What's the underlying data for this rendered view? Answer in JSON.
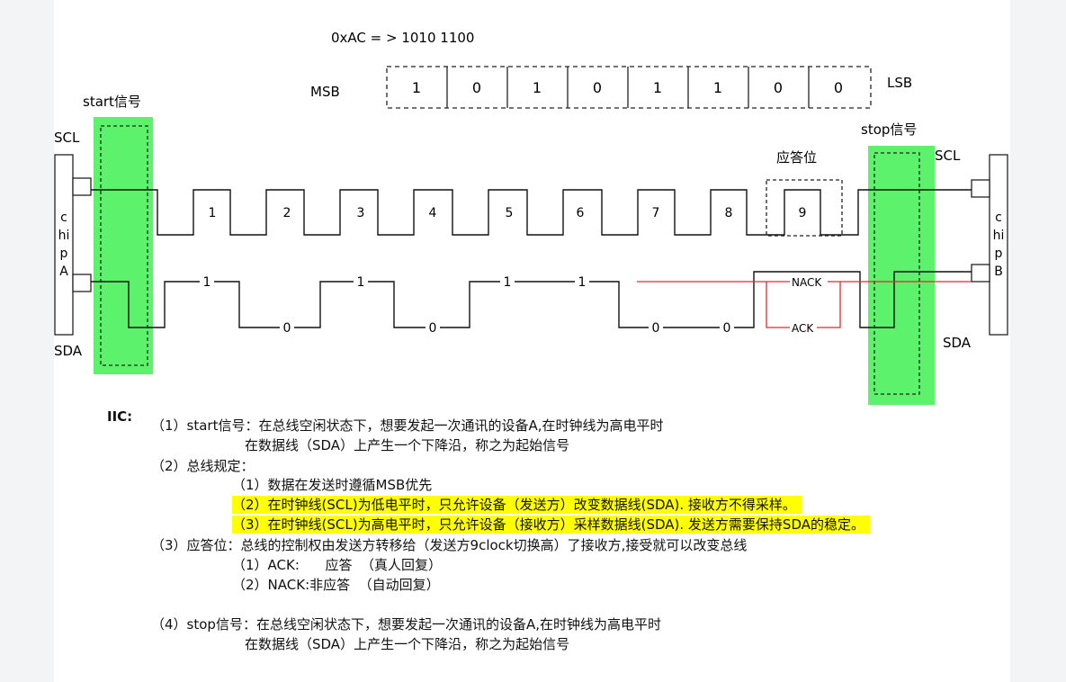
{
  "header": {
    "hex_line": "0xAC = > 1010 1100"
  },
  "byte": {
    "msb_label": "MSB",
    "lsb_label": "LSB",
    "bits": [
      "1",
      "0",
      "1",
      "0",
      "1",
      "1",
      "0",
      "0"
    ]
  },
  "chip_a": {
    "name": "c\nhi\np\nA",
    "scl_label": "SCL",
    "sda_label": "SDA"
  },
  "chip_b": {
    "name": "c\nhi\np\nB",
    "scl_label": "SCL",
    "sda_label": "SDA"
  },
  "start_label": "start信号",
  "stop_label": "stop信号",
  "ack_bit_label": "应答位",
  "clock_pulses": [
    "1",
    "2",
    "3",
    "4",
    "5",
    "6",
    "7",
    "8",
    "9"
  ],
  "sda_levels": [
    "1",
    "0",
    "1",
    "0",
    "1",
    "1",
    "0",
    "0"
  ],
  "nack_label": "NACK",
  "ack_label": "ACK",
  "notes": {
    "title": "IIC:",
    "p1_line1": "（1）start信号：在总线空闲状态下，想要发起一次通讯的设备A,在时钟线为高电平时",
    "p1_line2": "在数据线（SDA）上产生一个下降沿，称之为起始信号",
    "p2_title": "（2）总线规定：",
    "p2_item1": "（1）数据在发送时遵循MSB优先",
    "p2_item2_num": "（2）",
    "p2_item2": "在时钟线(SCL)为低电平时，只允许设备（发送方）改变数据线(SDA). 接收方不得采样。",
    "p2_item3_num": "（3）",
    "p2_item3": "在时钟线(SCL)为高电平时，只允许设备（接收方）采样数据线(SDA). 发送方需要保持SDA的稳定。",
    "p3_title": "（3）应答位：总线的控制权由发送方转移给（发送方9clock切换高）了接收方,接受就可以改变总线",
    "p3_item1": "（1）ACK:      应答  （真人回复）",
    "p3_item2": "（2）NACK:非应答  （自动回复）",
    "p4_line1": "（4）stop信号：在总线空闲状态下，想要发起一次通讯的设备A,在时钟线为高电平时",
    "p4_line2": "在数据线（SDA）上产生一个下降沿，称之为起始信号"
  },
  "colors": {
    "highlight": "#ffff00",
    "green": "#5cf26c",
    "red": "#e8272a"
  }
}
